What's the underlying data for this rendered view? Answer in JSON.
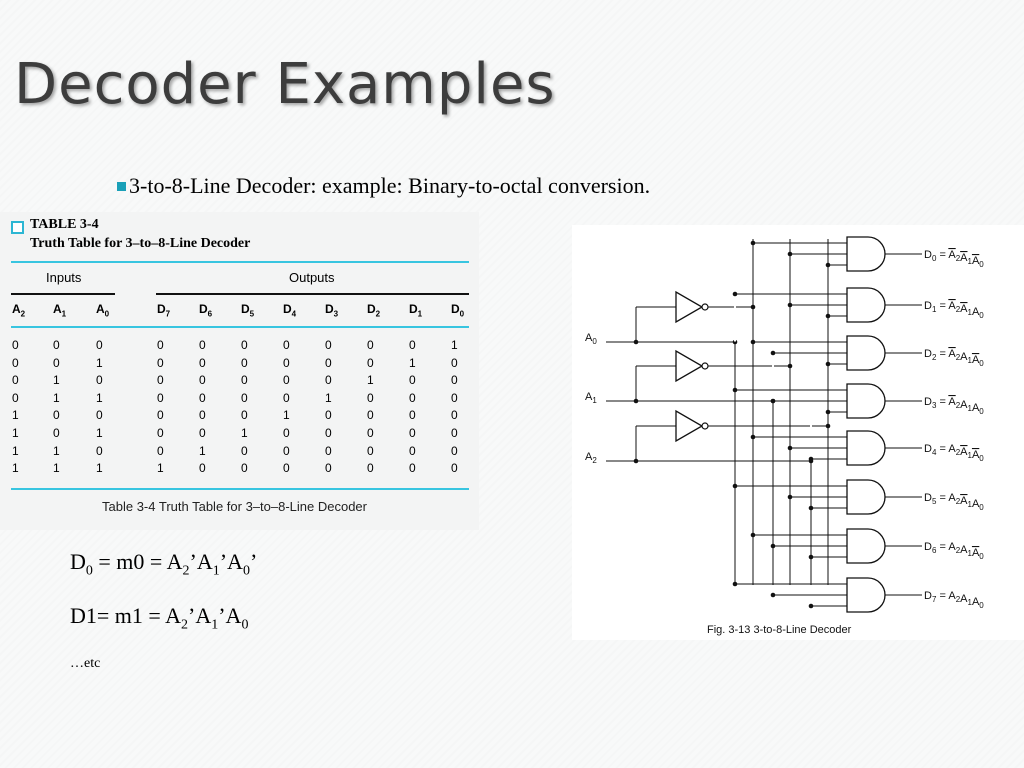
{
  "title": "Decoder Examples",
  "bullet": "3-to-8-Line Decoder: example: Binary-to-octal conversion.",
  "truth_table": {
    "tag": "TABLE 3-4",
    "name": "Truth Table for 3–to–8-Line Decoder",
    "inputs_label": "Inputs",
    "outputs_label": "Outputs",
    "input_headers": [
      "A2",
      "A1",
      "A0"
    ],
    "output_headers": [
      "D7",
      "D6",
      "D5",
      "D4",
      "D3",
      "D2",
      "D1",
      "D0"
    ],
    "rows": [
      {
        "in": [
          "0",
          "0",
          "0"
        ],
        "out": [
          "0",
          "0",
          "0",
          "0",
          "0",
          "0",
          "0",
          "1"
        ]
      },
      {
        "in": [
          "0",
          "0",
          "1"
        ],
        "out": [
          "0",
          "0",
          "0",
          "0",
          "0",
          "0",
          "1",
          "0"
        ]
      },
      {
        "in": [
          "0",
          "1",
          "0"
        ],
        "out": [
          "0",
          "0",
          "0",
          "0",
          "0",
          "1",
          "0",
          "0"
        ]
      },
      {
        "in": [
          "0",
          "1",
          "1"
        ],
        "out": [
          "0",
          "0",
          "0",
          "0",
          "1",
          "0",
          "0",
          "0"
        ]
      },
      {
        "in": [
          "1",
          "0",
          "0"
        ],
        "out": [
          "0",
          "0",
          "0",
          "1",
          "0",
          "0",
          "0",
          "0"
        ]
      },
      {
        "in": [
          "1",
          "0",
          "1"
        ],
        "out": [
          "0",
          "0",
          "1",
          "0",
          "0",
          "0",
          "0",
          "0"
        ]
      },
      {
        "in": [
          "1",
          "1",
          "0"
        ],
        "out": [
          "0",
          "1",
          "0",
          "0",
          "0",
          "0",
          "0",
          "0"
        ]
      },
      {
        "in": [
          "1",
          "1",
          "1"
        ],
        "out": [
          "1",
          "0",
          "0",
          "0",
          "0",
          "0",
          "0",
          "0"
        ]
      }
    ],
    "caption": "Table 3-4  Truth Table for 3–to–8-Line Decoder"
  },
  "equations": {
    "eq1": {
      "lhs": "D",
      "lhs_sub": "0",
      "m": " = m0 = A",
      "a2": "2",
      "a1_pre": "’A",
      "a1": "1",
      "a0_pre": "’A",
      "a0": "0",
      "tail": "’"
    },
    "eq2": {
      "lhs": "D1",
      "m": "= m1 = A",
      "a2": "2",
      "a1_pre": "’A",
      "a1": "1",
      "a0_pre": "’A",
      "a0": "0",
      "tail": ""
    },
    "etc": "…etc"
  },
  "circuit": {
    "inputs": [
      "A0",
      "A1",
      "A2"
    ],
    "outputs": [
      {
        "d": "D0",
        "expr": "= A2A1A0",
        "bars": [
          true,
          true,
          true
        ]
      },
      {
        "d": "D1",
        "expr": "= A2A1A0",
        "bars": [
          true,
          true,
          false
        ]
      },
      {
        "d": "D2",
        "expr": "= A2A1A0",
        "bars": [
          true,
          false,
          true
        ]
      },
      {
        "d": "D3",
        "expr": "= A2A1A0",
        "bars": [
          true,
          false,
          false
        ]
      },
      {
        "d": "D4",
        "expr": "= A2A1A0",
        "bars": [
          false,
          true,
          true
        ]
      },
      {
        "d": "D5",
        "expr": "= A2A1A0",
        "bars": [
          false,
          true,
          false
        ]
      },
      {
        "d": "D6",
        "expr": "= A2A1A0",
        "bars": [
          false,
          false,
          true
        ]
      },
      {
        "d": "D7",
        "expr": "= A2A1A0",
        "bars": [
          false,
          false,
          false
        ]
      }
    ],
    "caption": "Fig. 3-13  3-to-8-Line Decoder"
  }
}
